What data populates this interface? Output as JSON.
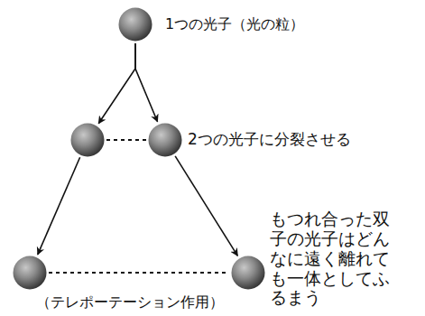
{
  "diagram": {
    "nodes": [
      {
        "text": [
          "1つの光子（光の粒）"
        ]
      },
      {
        "text": []
      },
      {
        "text": [
          "2つの光子に分裂させる"
        ]
      },
      {
        "text": []
      },
      {
        "text": [
          "もつれ合った双子の光子はどんなに遠く離れても一体としてふるまう"
        ]
      }
    ],
    "edges": [
      {
        "from": 0,
        "to": 1,
        "arrow": "to"
      },
      {
        "from": 0,
        "to": 2,
        "arrow": "to"
      },
      {
        "from": 1,
        "to": 2,
        "arrow": "none"
      },
      {
        "from": 1,
        "to": 3,
        "arrow": "to"
      },
      {
        "from": 2,
        "to": 4,
        "arrow": "to"
      },
      {
        "from": 3,
        "to": 4,
        "arrow": "none"
      }
    ],
    "labels": [
      "（テレポーテーション作用）"
    ]
  }
}
